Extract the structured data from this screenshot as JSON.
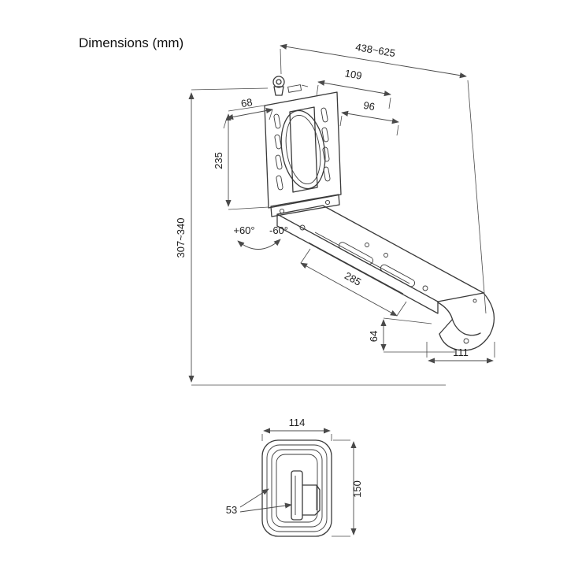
{
  "title": "Dimensions (mm)",
  "unit": "mm",
  "colors": {
    "line": "#3a3a3a",
    "dimension": "#4a4a4a",
    "text": "#1d1d1d",
    "background": "#ffffff"
  },
  "main": {
    "reach": "438~625",
    "d109": "109",
    "d96": "96",
    "d68": "68",
    "d235": "235",
    "height": "307~340",
    "tilt_up": "+60°",
    "tilt_down": "-60°",
    "d285": "285",
    "d64": "64",
    "d111": "111"
  },
  "front": {
    "width": "114",
    "height": "150",
    "depth": "53"
  }
}
